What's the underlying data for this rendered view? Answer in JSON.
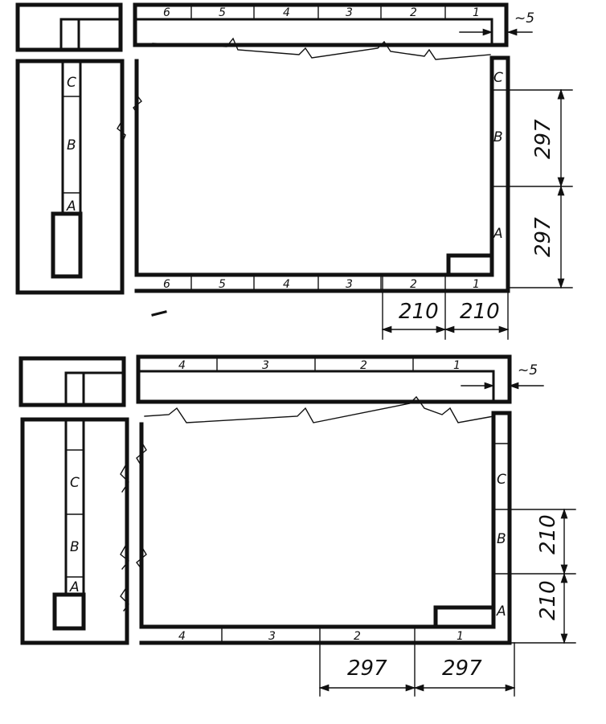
{
  "top_sheet": {
    "top_zones": [
      "6",
      "5",
      "4",
      "3",
      "2",
      "1"
    ],
    "bottom_zones": [
      "6",
      "5",
      "4",
      "3",
      "2",
      "1"
    ],
    "left_zones": [
      "C",
      "B",
      "A"
    ],
    "right_zones": [
      "C",
      "B",
      "A"
    ],
    "margin_label": "~5",
    "vertical_dims": [
      "297",
      "297"
    ],
    "horizontal_dims": [
      "210",
      "210"
    ]
  },
  "bottom_sheet": {
    "top_zones": [
      "4",
      "3",
      "2",
      "1"
    ],
    "bottom_zones": [
      "4",
      "3",
      "2",
      "1"
    ],
    "left_zones": [
      "C",
      "B",
      "A"
    ],
    "right_zones": [
      "C",
      "B",
      "A"
    ],
    "margin_label": "~5",
    "vertical_dims": [
      "210",
      "210"
    ],
    "horizontal_dims": [
      "297",
      "297"
    ]
  }
}
